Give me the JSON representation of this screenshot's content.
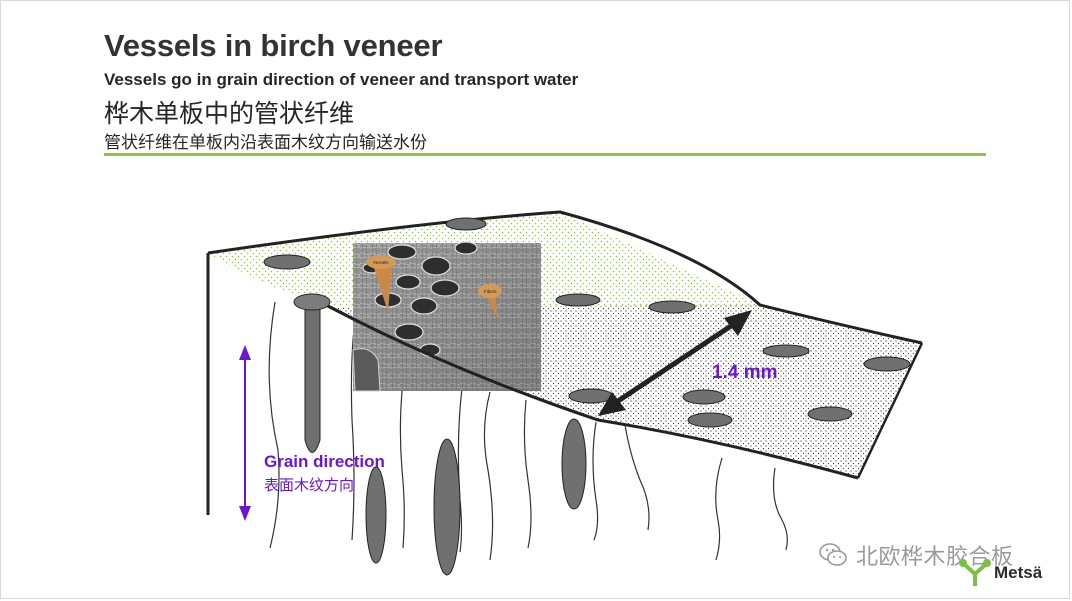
{
  "header": {
    "title": "Vessels in birch veneer",
    "subtitle": "Vessels go in grain direction of veneer and transport water",
    "title_cn": "桦木单板中的管状纤维",
    "subtitle_cn": "管状纤维在单板内沿表面木纹方向输送水份"
  },
  "diagram": {
    "dimension_label": "1.4 mm",
    "grain_label": "Grain direction",
    "grain_label_cn": "表面木纹方向",
    "micrograph_callouts": [
      "Vessels",
      "Fibers"
    ]
  },
  "watermark": {
    "icon": "wechat-icon",
    "text": "北欧桦木胶合板"
  },
  "brand": {
    "name": "Metsä",
    "icon": "metsa-tree-icon"
  },
  "colors": {
    "accent_rule": "#8cc63f",
    "annotation": "#6a16d8",
    "vessel_fill": "#707070",
    "veneer_dots_green": "#8cc63f"
  }
}
